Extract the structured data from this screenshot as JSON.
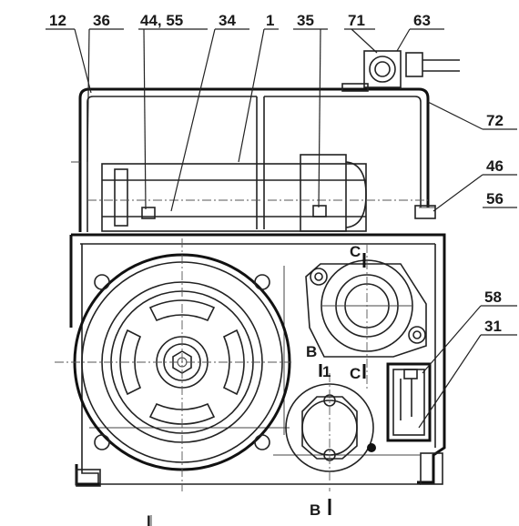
{
  "labels": {
    "l12": "12",
    "l36": "36",
    "l44_55": "44, 55",
    "l34": "34",
    "l1": "1",
    "l35": "35",
    "l71": "71",
    "l63": "63",
    "l72": "72",
    "l46": "46",
    "l56": "56",
    "l58": "58",
    "l31": "31",
    "lC_top": "C",
    "lC_bottom": "C",
    "lB_top": "B",
    "lB_bottom": "B",
    "l1_section": "1",
    "lI_bottom": "I"
  }
}
